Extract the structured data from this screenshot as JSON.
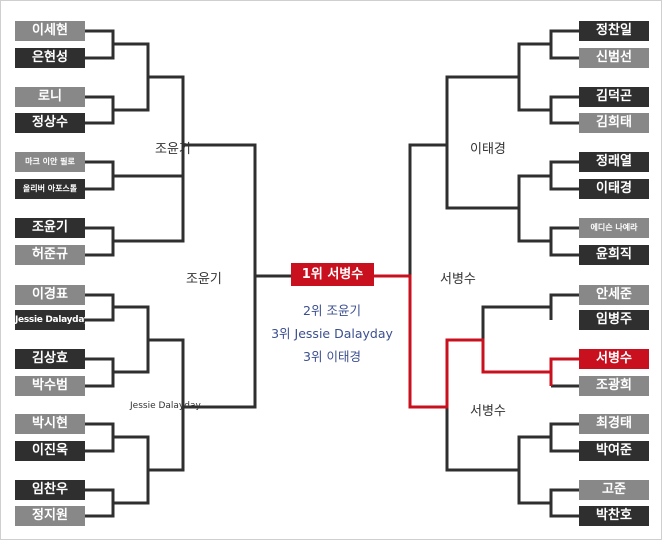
{
  "left_players": [
    {
      "name": "이세현",
      "style": "gray"
    },
    {
      "name": "은현성",
      "style": "dark"
    },
    {
      "name": "로니",
      "style": "gray"
    },
    {
      "name": "정상수",
      "style": "dark"
    },
    {
      "name": "마크 이안 필로",
      "style": "gray"
    },
    {
      "name": "올리버 아포스톨",
      "style": "dark"
    },
    {
      "name": "조윤기",
      "style": "dark"
    },
    {
      "name": "허준규",
      "style": "gray"
    },
    {
      "name": "이경표",
      "style": "gray"
    },
    {
      "name": "Jessie Dalayday",
      "style": "dark"
    },
    {
      "name": "김상효",
      "style": "dark"
    },
    {
      "name": "박수범",
      "style": "gray"
    },
    {
      "name": "박시현",
      "style": "gray"
    },
    {
      "name": "이진욱",
      "style": "dark"
    },
    {
      "name": "임찬우",
      "style": "dark"
    },
    {
      "name": "정지원",
      "style": "gray"
    }
  ],
  "right_players": [
    {
      "name": "정찬일",
      "style": "dark"
    },
    {
      "name": "신범선",
      "style": "gray"
    },
    {
      "name": "김덕곤",
      "style": "dark"
    },
    {
      "name": "김희태",
      "style": "gray"
    },
    {
      "name": "정래열",
      "style": "dark"
    },
    {
      "name": "이태경",
      "style": "dark"
    },
    {
      "name": "에디슨 나예라",
      "style": "gray"
    },
    {
      "name": "윤희직",
      "style": "dark"
    },
    {
      "name": "안세준",
      "style": "gray"
    },
    {
      "name": "임병주",
      "style": "dark"
    },
    {
      "name": "서병수",
      "style": "red"
    },
    {
      "name": "조광희",
      "style": "gray"
    },
    {
      "name": "최경태",
      "style": "gray"
    },
    {
      "name": "박여준",
      "style": "dark"
    },
    {
      "name": "고준",
      "style": "gray"
    },
    {
      "name": "박찬호",
      "style": "dark"
    }
  ],
  "labels": {
    "left_upper_qf": "조윤기",
    "left_semi": "조윤기",
    "left_lower_qf": "Jessie Dalayday",
    "right_upper_qf": "이태경",
    "right_semi": "서병수",
    "right_lower_qf": "서병수"
  },
  "results": {
    "winner": "1위 서병수",
    "second": "2위 조윤기",
    "third_a": "3위 Jessie Dalayday",
    "third_b": "3위 이태경"
  },
  "colors": {
    "line": "#2f2f2f",
    "win_path": "#c8101e",
    "player_dark": "#2f2f2f",
    "player_gray": "#888888",
    "champion": "#c8101e",
    "placement_text": "#3b4f8f"
  }
}
